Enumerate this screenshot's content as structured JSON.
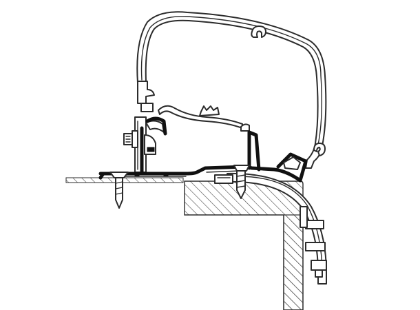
{
  "diagram": {
    "components": [
      "awning-cassette",
      "adapter-rail",
      "mounting-bracket",
      "roof-panel",
      "wall-block",
      "corner-trim-profile",
      "screw-fasteners"
    ]
  }
}
